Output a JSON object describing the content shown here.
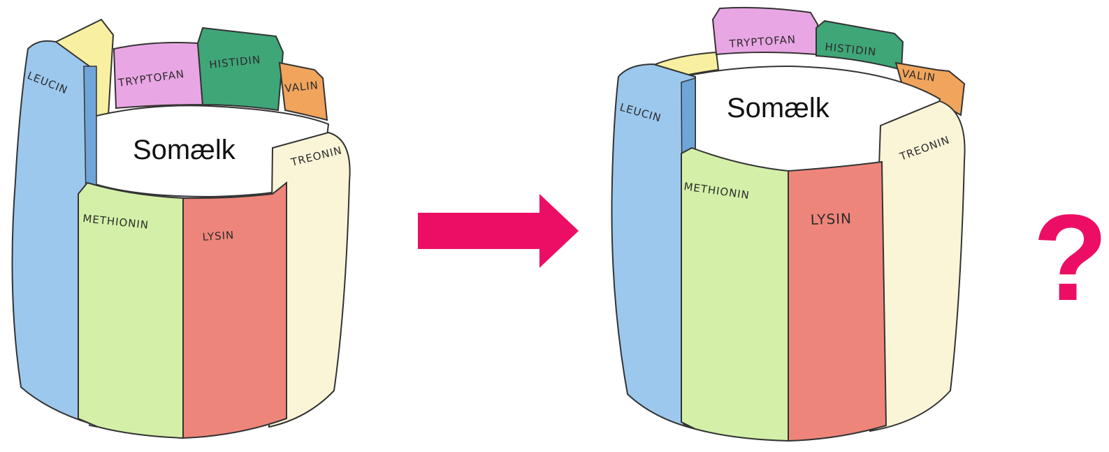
{
  "colors": {
    "leucin": "#9cc8ee",
    "tryptofan": "#e9a6e4",
    "histidin": "#3fa678",
    "valin": "#f0a45c",
    "treonin": "#fbf5d8",
    "lysin": "#ee857b",
    "methionin": "#d4f0a8",
    "yellow_stave": "#f8f0a0",
    "accent": "#ec0e64",
    "outline": "#333333"
  },
  "barrels": [
    {
      "content": "Somælk",
      "staves": {
        "leucin": "LEUCIN",
        "tryptofan": "TRYPTOFAN",
        "histidin": "HISTIDIN",
        "valin": "VALIN",
        "treonin": "TREONIN",
        "methionin": "METHIONIN",
        "lysin": "LYSIN"
      }
    },
    {
      "content": "Somælk",
      "staves": {
        "leucin": "LEUCIN",
        "tryptofan": "TRYPTOFAN",
        "histidin": "HISTIDIN",
        "valin": "VALIN",
        "treonin": "TREONIN",
        "methionin": "METHIONIN",
        "lysin": "LYSIN"
      }
    }
  ],
  "transition": {
    "arrow_icon": "right-arrow-icon",
    "question": "?"
  }
}
